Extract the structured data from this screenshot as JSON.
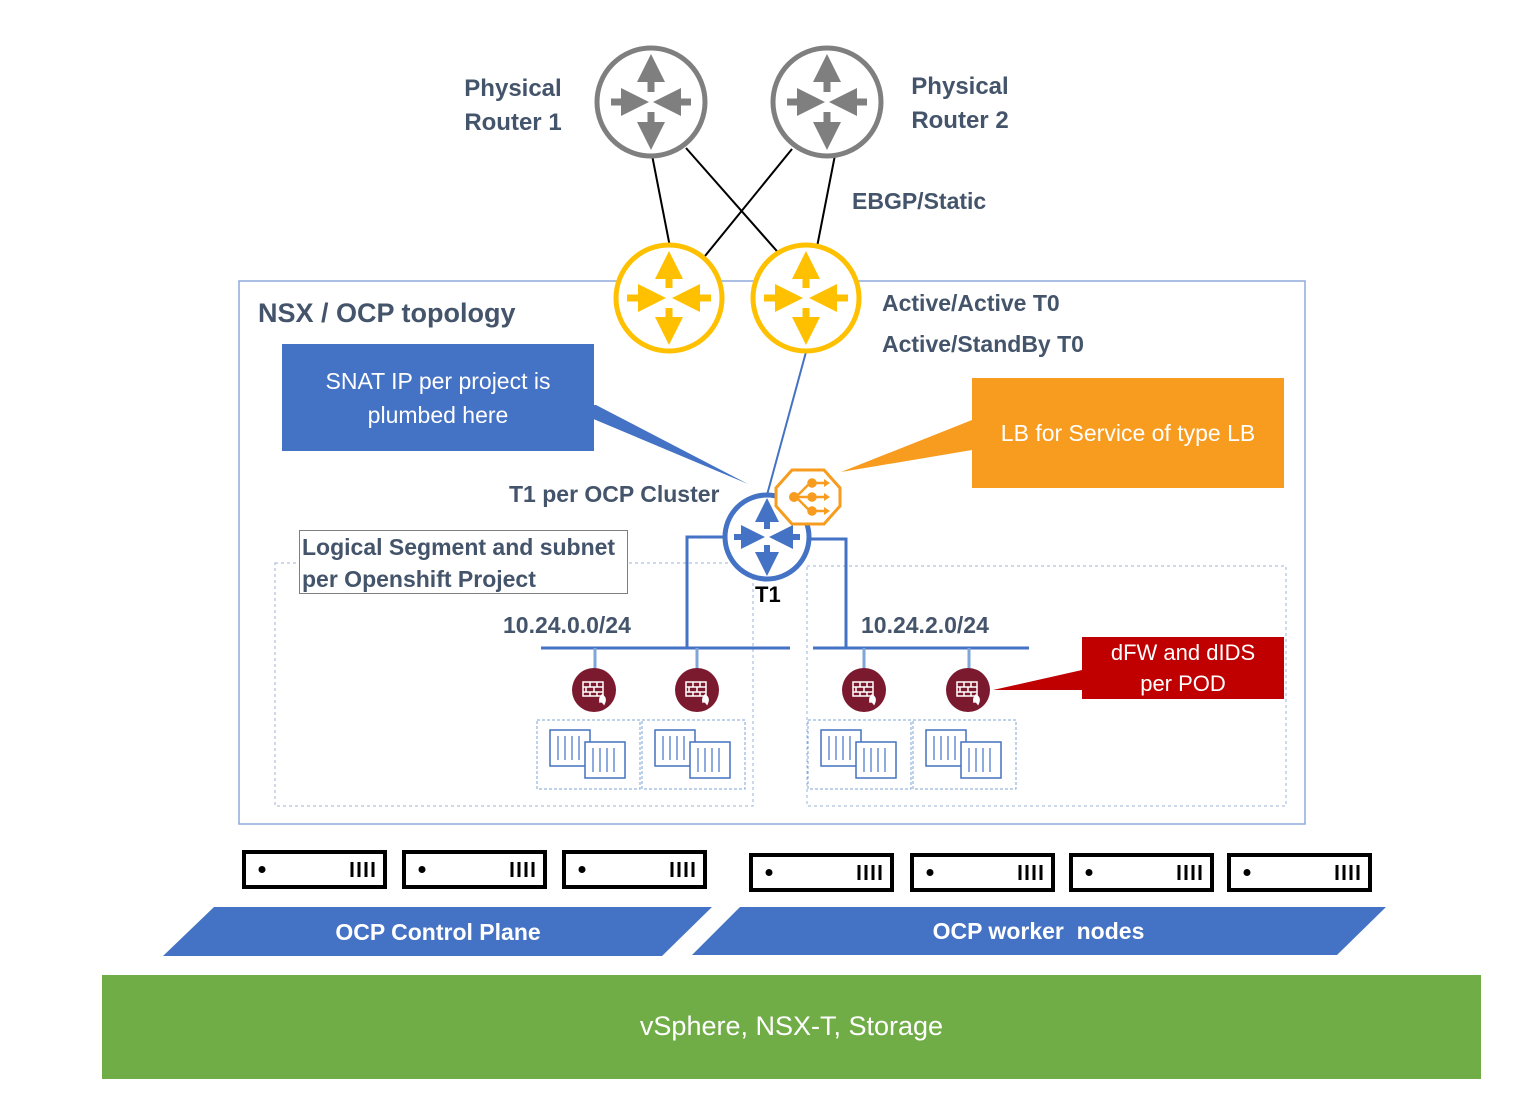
{
  "routers": {
    "physical1_label": "Physical\nRouter 1",
    "physical2_label": "Physical\nRouter 2"
  },
  "labels": {
    "ebgp": "EBGP/Static",
    "t0_active_active": "Active/Active T0",
    "t0_active_standby": "Active/StandBy T0",
    "topology_title": "NSX / OCP topology",
    "t1_cluster": "T1 per OCP Cluster",
    "t1": "T1",
    "segment_note": "Logical Segment and subnet per Openshift Project",
    "subnet_left": "10.24.0.0/24",
    "subnet_right": "10.24.2.0/24"
  },
  "callouts": {
    "snat": "SNAT IP per project is plumbed here",
    "lb": "LB for Service of type LB",
    "dfw": "dFW and dIDS per POD"
  },
  "platforms": {
    "control_plane": "OCP Control Plane",
    "worker_nodes": "OCP worker  nodes",
    "base": "vSphere, NSX-T, Storage"
  },
  "colors": {
    "physical_router": "#7f7f7f",
    "t0_router": "#ffc000",
    "t1_router": "#4472c4",
    "snat_callout": "#4472c4",
    "lb_callout": "#f79c1f",
    "dfw_callout": "#c00000",
    "firewall": "#7b1a2e",
    "base_layer": "#70ad47",
    "label_text": "#44546a"
  }
}
